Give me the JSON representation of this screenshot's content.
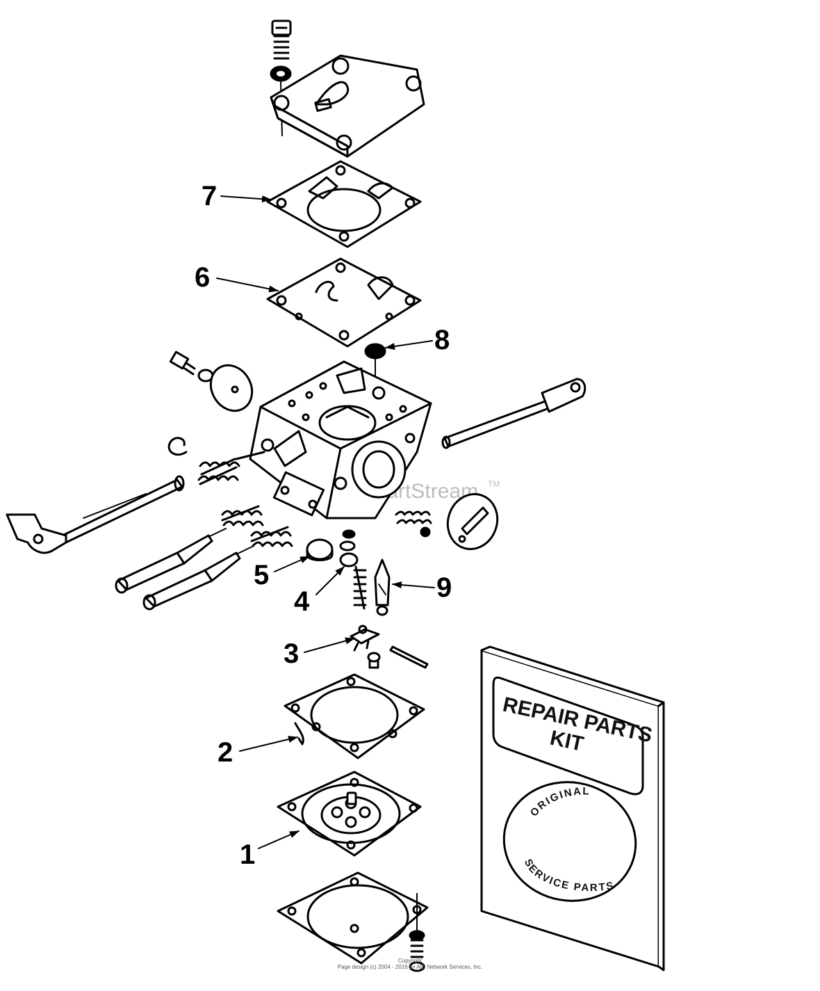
{
  "diagram": {
    "watermark": "ARI PartStream",
    "watermark_mark": "TM",
    "callouts": [
      {
        "id": "1",
        "label": "1"
      },
      {
        "id": "2",
        "label": "2"
      },
      {
        "id": "3",
        "label": "3"
      },
      {
        "id": "4",
        "label": "4"
      },
      {
        "id": "5",
        "label": "5"
      },
      {
        "id": "6",
        "label": "6"
      },
      {
        "id": "7",
        "label": "7"
      },
      {
        "id": "8",
        "label": "8"
      },
      {
        "id": "9",
        "label": "9"
      }
    ],
    "kit": {
      "title_line1": "REPAIR PARTS",
      "title_line2": "KIT",
      "seal_top": "ORIGINAL",
      "seal_bottom": "SERVICE PARTS"
    }
  },
  "footer": {
    "copyright_label": "Copyright",
    "page_credit": "Page design (c) 2004 - 2016 by ARI Network Services, Inc."
  }
}
